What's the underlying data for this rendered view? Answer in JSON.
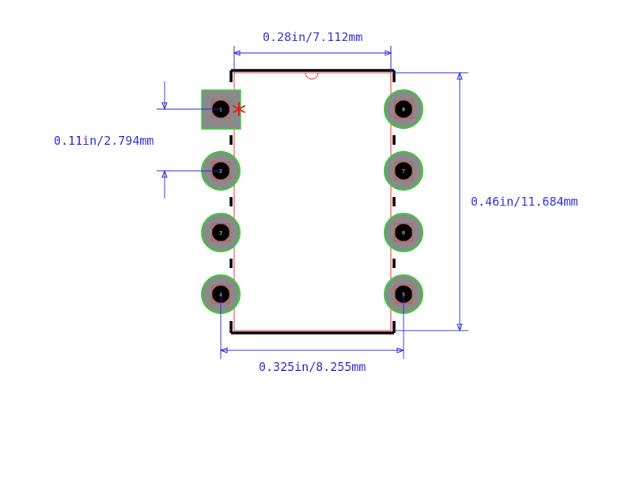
{
  "dimensions": {
    "top_width": "0.28in/7.112mm",
    "pitch": "0.11in/2.794mm",
    "height": "0.46in/11.684mm",
    "row_spacing": "0.325in/8.255mm"
  },
  "pins": {
    "p1": "1",
    "p2": "2",
    "p3": "3",
    "p4": "4",
    "p5": "5",
    "p6": "6",
    "p7": "7",
    "p8": "8"
  },
  "colors": {
    "dimension": "#2b2bd8",
    "pad_fill": "#8a8a8a",
    "pad_outline": "#33cc33",
    "drill": "#000000",
    "silkscreen": "#000000",
    "courtyard": "#ff3333",
    "pin1_marker": "#dd2222"
  }
}
